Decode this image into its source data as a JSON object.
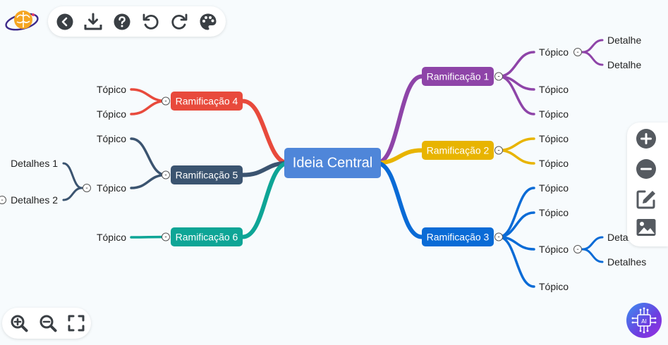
{
  "toolbar": {
    "buttons": [
      {
        "name": "back-icon",
        "icon": "chevron-left-circle"
      },
      {
        "name": "download-icon",
        "icon": "download"
      },
      {
        "name": "help-icon",
        "icon": "question-circle"
      },
      {
        "name": "undo-icon",
        "icon": "undo"
      },
      {
        "name": "redo-icon",
        "icon": "redo"
      },
      {
        "name": "palette-icon",
        "icon": "palette"
      }
    ]
  },
  "zoom_controls": {
    "buttons": [
      {
        "name": "zoom-in-icon"
      },
      {
        "name": "zoom-out-icon"
      },
      {
        "name": "fullscreen-icon"
      }
    ]
  },
  "side_panel": {
    "buttons": [
      {
        "name": "add-node-icon"
      },
      {
        "name": "remove-node-icon"
      },
      {
        "name": "edit-icon"
      },
      {
        "name": "image-icon"
      }
    ]
  },
  "mindmap": {
    "central": {
      "label": "Ideia Central",
      "color": "#4f86d9"
    },
    "collapse_symbol": "-",
    "branches": [
      {
        "label": "Ramificação 1",
        "color": "#8e44a8",
        "topics": [
          {
            "label": "Tópico",
            "children": [
              "Detalhe",
              "Detalhe"
            ]
          },
          {
            "label": "Tópico",
            "children": []
          },
          {
            "label": "Tópico",
            "children": []
          }
        ]
      },
      {
        "label": "Ramificação 2",
        "color": "#e8b400",
        "topics": [
          {
            "label": "Tópico",
            "children": []
          },
          {
            "label": "Tópico",
            "children": []
          }
        ]
      },
      {
        "label": "Ramificação 3",
        "color": "#0a6bd6",
        "topics": [
          {
            "label": "Tópico",
            "children": []
          },
          {
            "label": "Tópico",
            "children": []
          },
          {
            "label": "Tópico",
            "children": [
              "Detalhes",
              "Detalhes"
            ]
          },
          {
            "label": "Tópico",
            "children": []
          }
        ]
      },
      {
        "label": "Ramificação 4",
        "color": "#e84a3c",
        "topics": [
          {
            "label": "Tópico",
            "children": []
          },
          {
            "label": "Tópico",
            "children": []
          }
        ]
      },
      {
        "label": "Ramificação 5",
        "color": "#3b5470",
        "topics": [
          {
            "label": "Tópico",
            "children": []
          },
          {
            "label": "Tópico",
            "children": [
              "Detalhes 1",
              "Detalhes 2"
            ]
          }
        ]
      },
      {
        "label": "Ramificação 6",
        "color": "#0ea596",
        "topics": [
          {
            "label": "Tópico",
            "children": []
          }
        ]
      }
    ]
  }
}
